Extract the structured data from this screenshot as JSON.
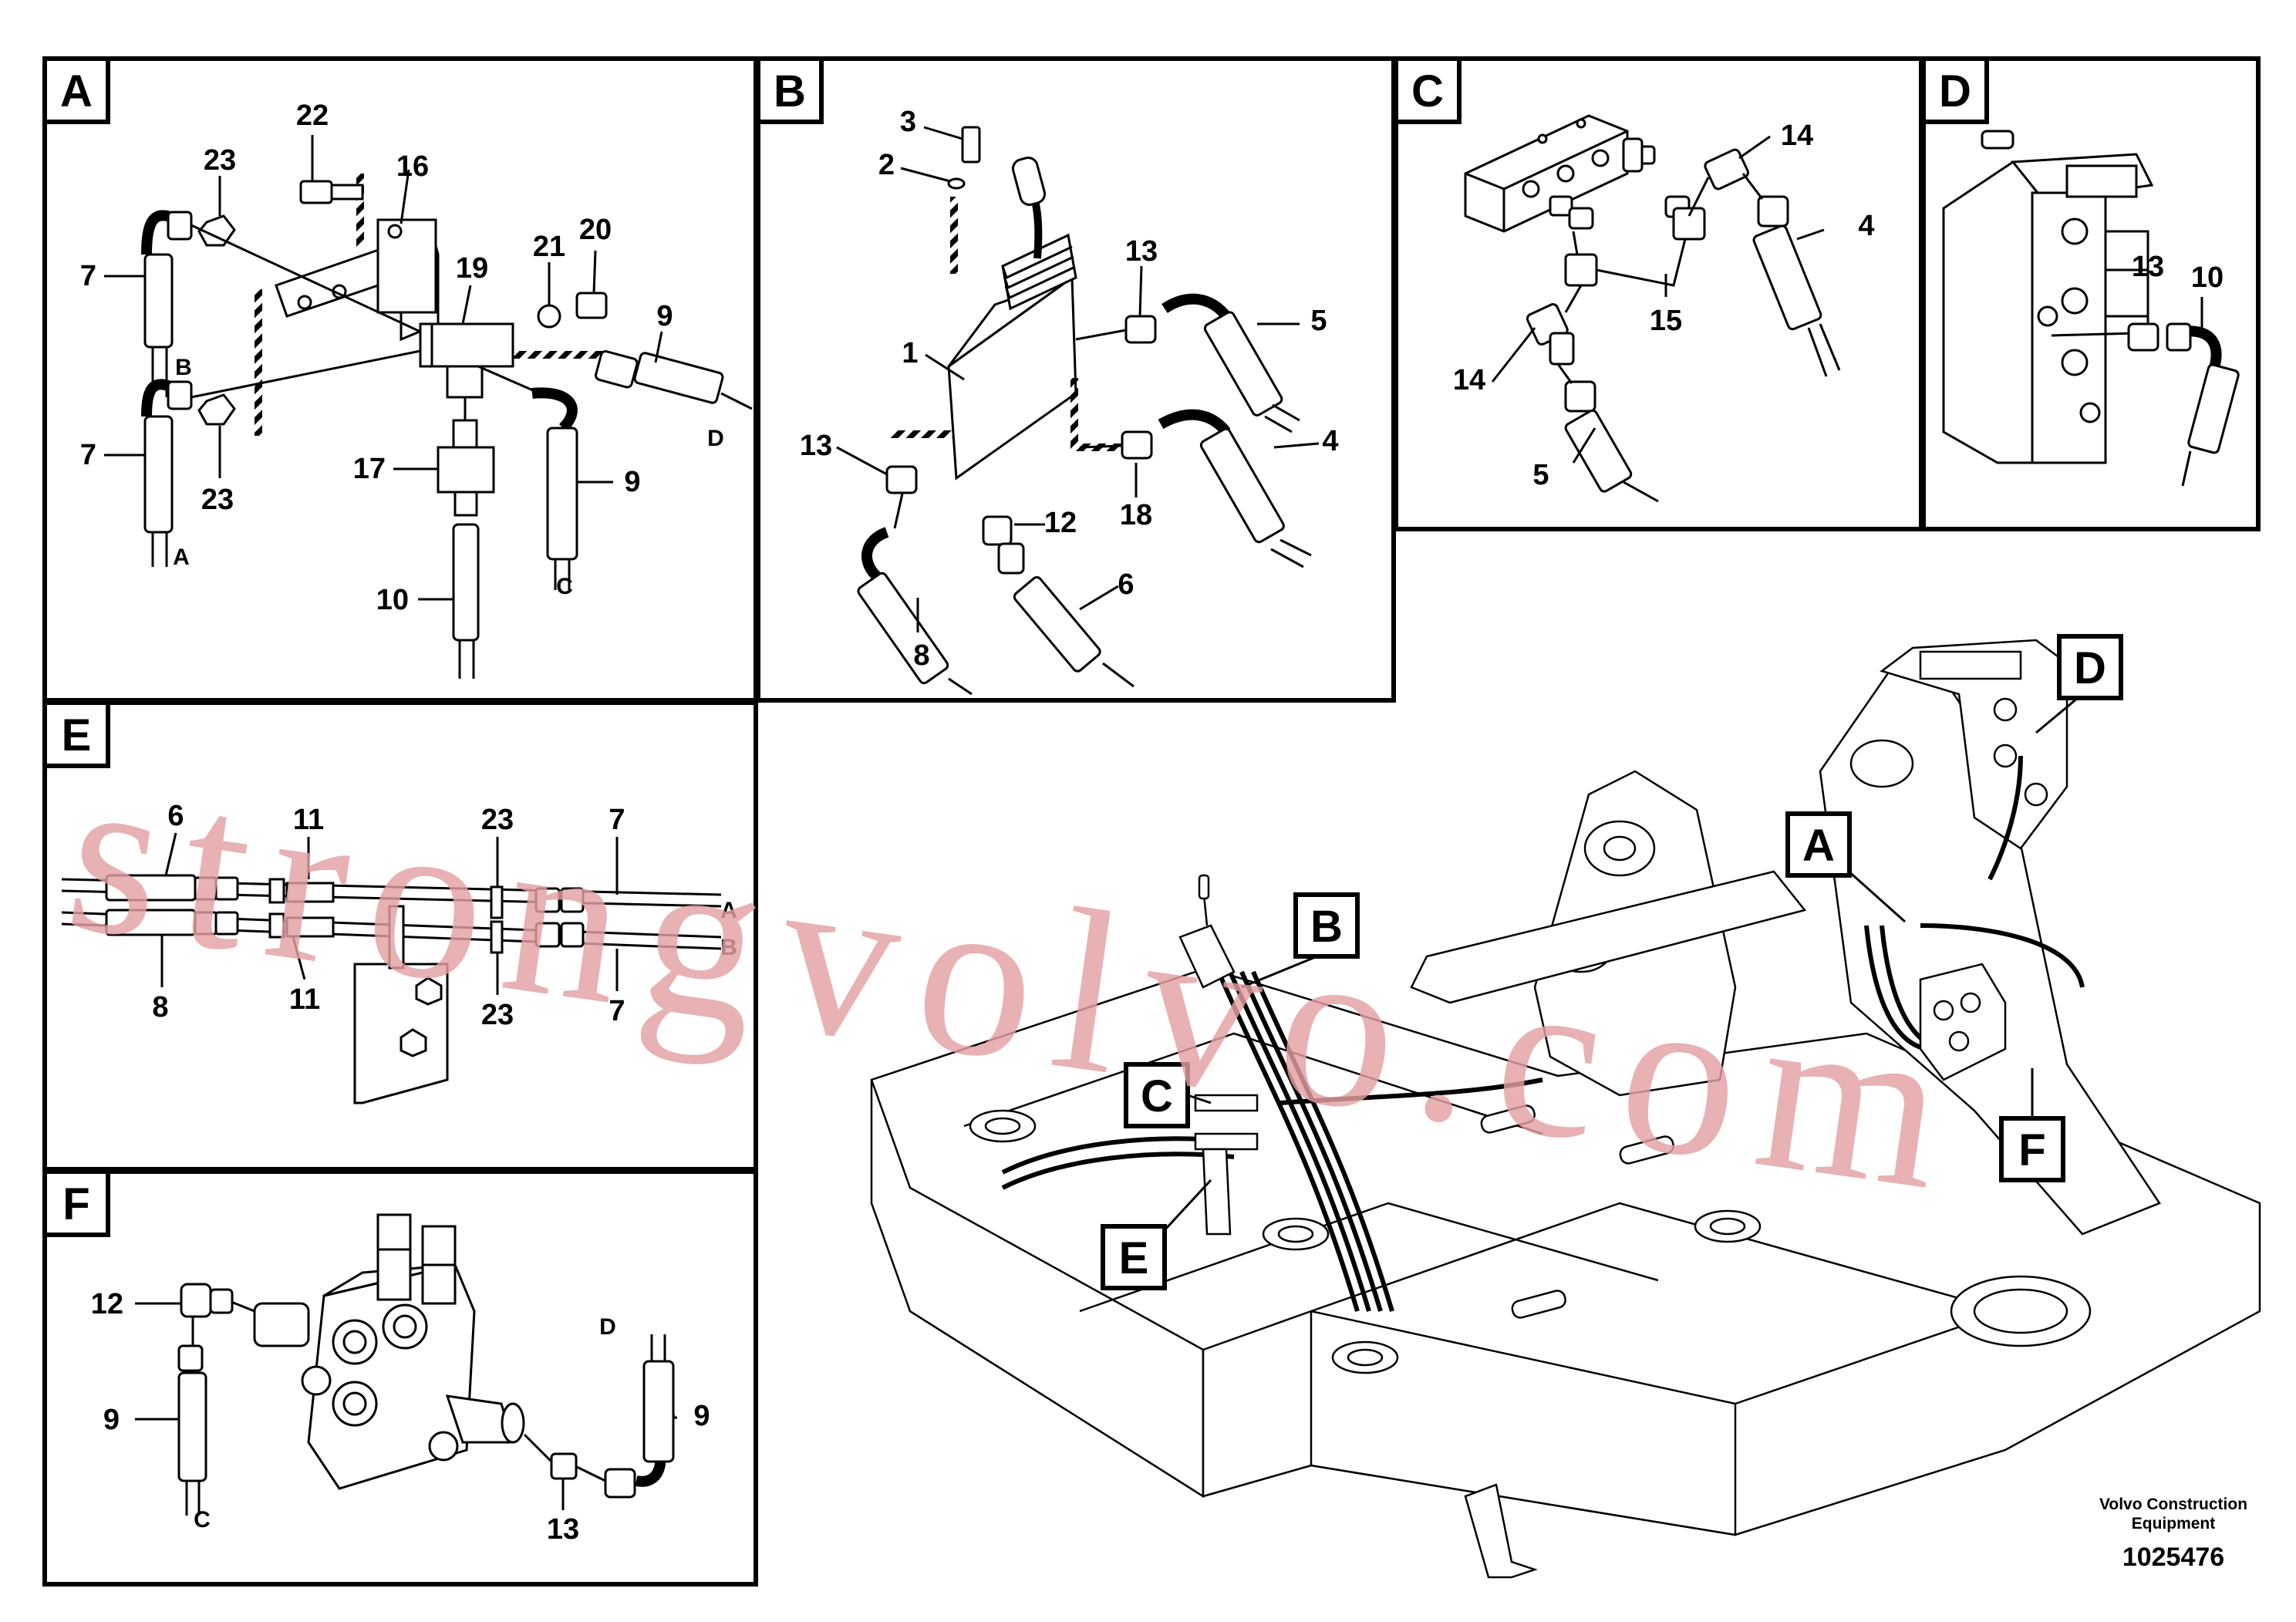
{
  "panels": {
    "A": {
      "letter": "A",
      "callouts": {
        "n22": "22",
        "n23a": "23",
        "n16": "16",
        "n7a": "7",
        "nB": "B",
        "n19": "19",
        "n21": "21",
        "n20": "20",
        "n9a": "9",
        "nD": "D",
        "n7b": "7",
        "n23b": "23",
        "n17": "17",
        "n9b": "9",
        "nA": "A",
        "nC": "C",
        "n10": "10"
      }
    },
    "B": {
      "letter": "B",
      "callouts": {
        "n3": "3",
        "n2": "2",
        "n13a": "13",
        "n5": "5",
        "n1": "1",
        "n4": "4",
        "n13b": "13",
        "n12": "12",
        "n18": "18",
        "n6": "6",
        "n8": "8"
      }
    },
    "C": {
      "letter": "C",
      "callouts": {
        "n14a": "14",
        "n4": "4",
        "n15": "15",
        "n14b": "14",
        "n5": "5"
      }
    },
    "D": {
      "letter": "D",
      "callouts": {
        "n13": "13",
        "n10": "10"
      }
    },
    "E": {
      "letter": "E",
      "callouts": {
        "n6": "6",
        "n11a": "11",
        "n23a": "23",
        "n7a": "7",
        "nA": "A",
        "nB": "B",
        "n8": "8",
        "n11b": "11",
        "n23b": "23",
        "n7b": "7"
      }
    },
    "F": {
      "letter": "F",
      "callouts": {
        "n12": "12",
        "nD": "D",
        "n9a": "9",
        "n9b": "9",
        "nC": "C",
        "n13": "13"
      }
    }
  },
  "overview": {
    "labels": {
      "D": "D",
      "A": "A",
      "B": "B",
      "C": "C",
      "E": "E",
      "F": "F"
    }
  },
  "footer": {
    "brand_line1": "Volvo Construction",
    "brand_line2": "Equipment",
    "doc_number": "1025476"
  },
  "watermark": "strongvolvo.com"
}
